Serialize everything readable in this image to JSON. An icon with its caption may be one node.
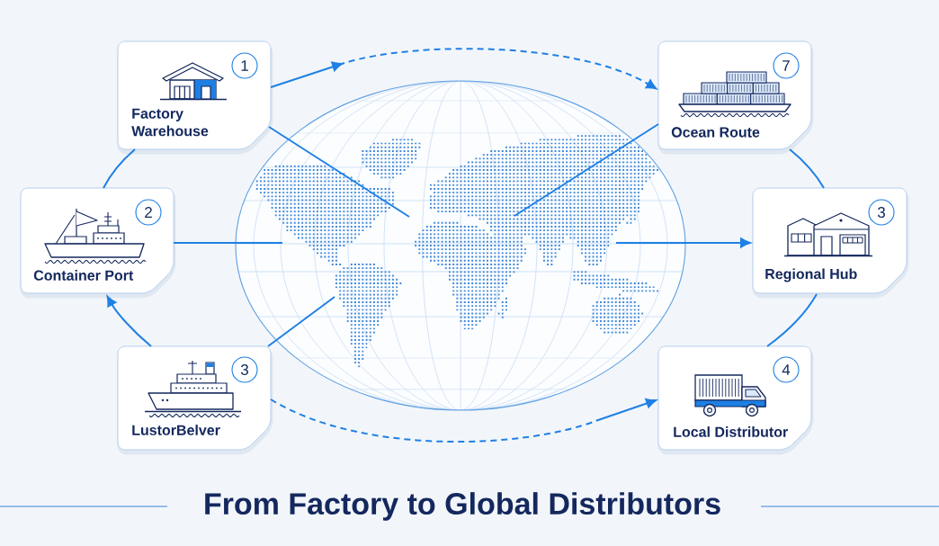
{
  "diagram": {
    "title": "From Factory to Global Distributors",
    "nodes": [
      {
        "text": [
          "1",
          "Factory Warehouse"
        ]
      },
      {
        "text": [
          "7",
          "Ocean Route"
        ]
      },
      {
        "text": [
          "2",
          "Container Port"
        ]
      },
      {
        "text": [],
        "shape": "picture"
      },
      {
        "text": [
          "3",
          "Regional Hub"
        ]
      },
      {
        "text": [
          "3",
          "LustorBelver"
        ]
      },
      {
        "text": [
          "4",
          "Local Distributor"
        ]
      }
    ],
    "edges": [
      {
        "from": 0,
        "to": 1,
        "arrow": "to",
        "style": "dashed"
      },
      {
        "from": 0,
        "to": 2,
        "arrow": "none"
      },
      {
        "from": 5,
        "to": 2,
        "arrow": "to"
      },
      {
        "from": 5,
        "to": 6,
        "arrow": "to",
        "style": "dashed"
      },
      {
        "from": 1,
        "to": 4,
        "arrow": "none"
      },
      {
        "from": 4,
        "to": 6,
        "arrow": "none"
      },
      {
        "from": 0,
        "to": 3,
        "arrow": "none"
      },
      {
        "from": 2,
        "to": 3,
        "arrow": "none"
      },
      {
        "from": 5,
        "to": 3,
        "arrow": "none"
      },
      {
        "from": 1,
        "to": 3,
        "arrow": "none"
      },
      {
        "from": 3,
        "to": 4,
        "arrow": "to"
      }
    ]
  }
}
